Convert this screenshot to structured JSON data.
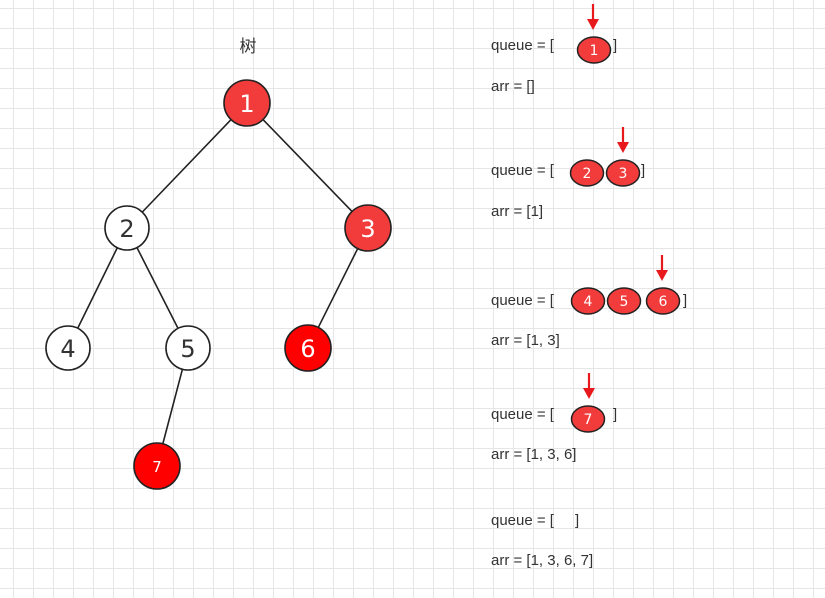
{
  "tree": {
    "title": "树",
    "nodes": [
      {
        "id": "1",
        "label": "1",
        "style": "visited"
      },
      {
        "id": "2",
        "label": "2",
        "style": "plain"
      },
      {
        "id": "3",
        "label": "3",
        "style": "visited"
      },
      {
        "id": "4",
        "label": "4",
        "style": "plain"
      },
      {
        "id": "5",
        "label": "5",
        "style": "plain"
      },
      {
        "id": "6",
        "label": "6",
        "style": "strong"
      },
      {
        "id": "7",
        "label": "7",
        "style": "strong"
      }
    ],
    "edges": [
      [
        "1",
        "2"
      ],
      [
        "1",
        "3"
      ],
      [
        "2",
        "4"
      ],
      [
        "2",
        "5"
      ],
      [
        "3",
        "6"
      ],
      [
        "5",
        "7"
      ]
    ]
  },
  "steps": [
    {
      "queue_prefix": "queue = [",
      "queue_suffix": "]",
      "queue": [
        "1"
      ],
      "pointer_at": 0,
      "arr": "arr = []"
    },
    {
      "queue_prefix": "queue = [",
      "queue_suffix": "]",
      "queue": [
        "2",
        "3"
      ],
      "pointer_at": 1,
      "arr": "arr = [1]"
    },
    {
      "queue_prefix": "queue = [",
      "queue_suffix": "]",
      "queue": [
        "4",
        "5",
        "6"
      ],
      "pointer_at": 2,
      "arr": "arr = [1, 3]"
    },
    {
      "queue_prefix": "queue = [",
      "queue_suffix": "]",
      "queue": [
        "7"
      ],
      "pointer_at": 0,
      "arr": "arr = [1, 3, 6]"
    },
    {
      "queue_prefix": "queue = [",
      "queue_suffix": "]",
      "queue": [],
      "pointer_at": null,
      "arr": "arr = [1, 3, 6, 7]"
    }
  ],
  "colors": {
    "visited_fill": "#f23b3b",
    "strong_fill": "#ff0000",
    "plain_fill": "#ffffff",
    "node_stroke": "#222222",
    "edge": "#222222",
    "arrow": "#e8191c",
    "text_dark": "#333333"
  }
}
